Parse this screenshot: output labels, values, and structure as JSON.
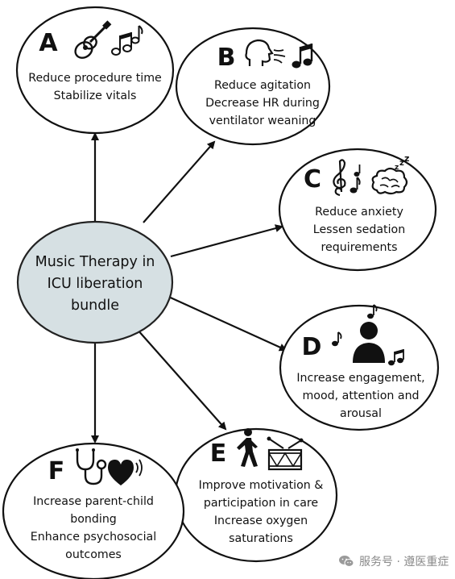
{
  "center": {
    "lines": [
      "Music Therapy in",
      "ICU liberation",
      "bundle"
    ]
  },
  "nodes": [
    {
      "id": "A",
      "letter": "A",
      "lines": [
        "Reduce procedure time",
        "Stabilize vitals"
      ],
      "icons": [
        "guitar-icon",
        "music-notes-icon"
      ]
    },
    {
      "id": "B",
      "letter": "B",
      "lines": [
        "Reduce agitation",
        "Decrease HR during",
        "ventilator weaning"
      ],
      "icons": [
        "head-breathing-icon",
        "music-note-icon"
      ]
    },
    {
      "id": "C",
      "letter": "C",
      "lines": [
        "Reduce anxiety",
        "Lessen sedation",
        "requirements"
      ],
      "icons": [
        "treble-clef-icon",
        "music-notes-icon",
        "sleeping-brain-icon"
      ]
    },
    {
      "id": "D",
      "letter": "D",
      "lines": [
        "Increase engagement,",
        "mood, attention and",
        "arousal"
      ],
      "icons": [
        "person-icon",
        "music-notes-icon"
      ]
    },
    {
      "id": "E",
      "letter": "E",
      "lines": [
        "Improve motivation &",
        "participation in care",
        "Increase oxygen",
        "saturations"
      ],
      "icons": [
        "walking-person-icon",
        "drum-icon"
      ]
    },
    {
      "id": "F",
      "letter": "F",
      "lines": [
        "Increase parent-child",
        "bonding",
        "Enhance psychosocial",
        "outcomes"
      ],
      "icons": [
        "stethoscope-icon",
        "heart-icon"
      ]
    }
  ],
  "watermark": {
    "text": "服务号 · 遵医重症",
    "icon": "wechat-icon"
  },
  "colors": {
    "center_fill": "#d6e0e3",
    "stroke": "#111111",
    "watermark": "#8a8a8a"
  }
}
